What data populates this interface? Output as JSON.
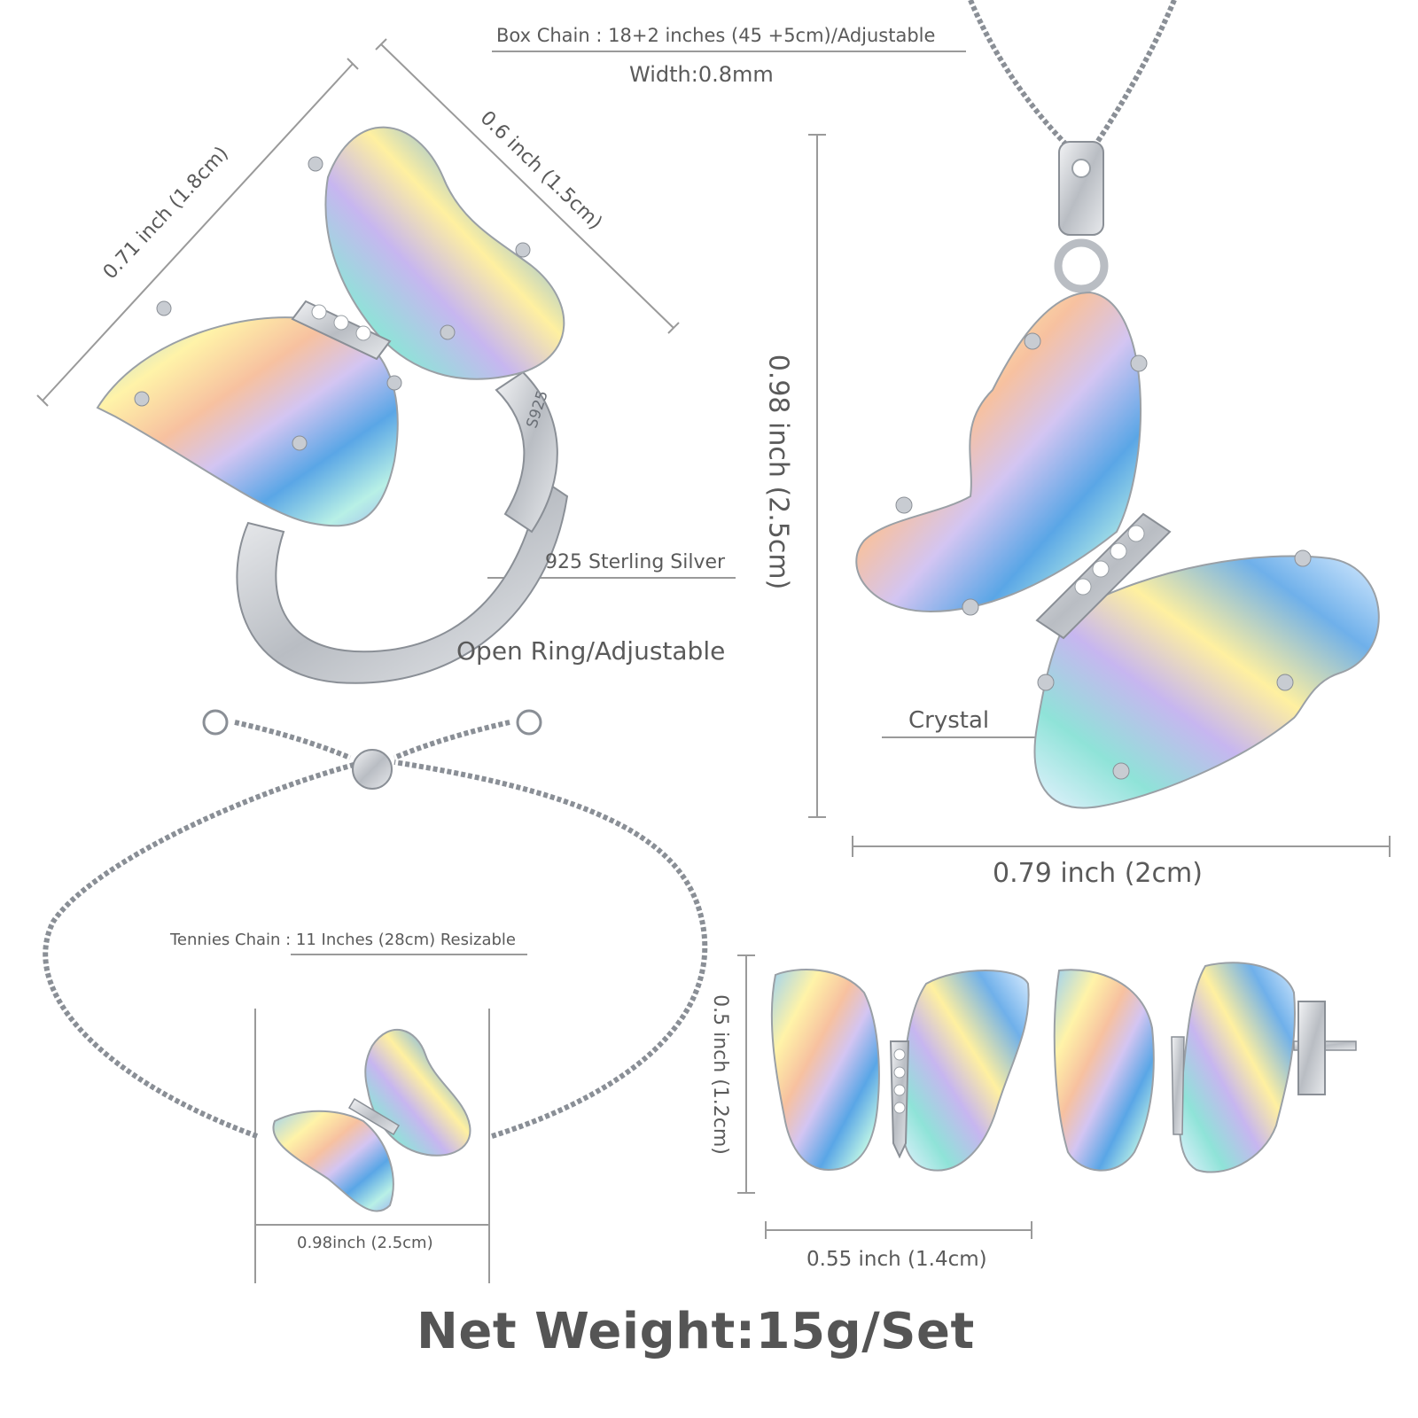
{
  "labels": {
    "box_chain": "Box Chain : 18+2 inches (45 +5cm)/Adjustable",
    "width": "Width:0.8mm",
    "ring_diag_left": "0.71 inch (1.8cm)",
    "ring_diag_right": "0.6 inch (1.5cm)",
    "ring_stamp": "S925",
    "sterling": "925 Sterling Silver",
    "open_ring": "Open Ring/Adjustable",
    "pendant_height": "0.98 inch (2.5cm)",
    "pendant_width": "0.79 inch (2cm)",
    "crystal": "Crystal",
    "tennis_chain": "Tennies Chain : 11 Inches (28cm) Resizable",
    "bracelet_width": "0.98inch (2.5cm)",
    "earring_height": "0.5 inch (1.2cm)",
    "earring_width": "0.55 inch (1.4cm)",
    "net_weight": "Net Weight:15g/Set"
  },
  "colors": {
    "silver": "#c8ccd2",
    "silver_dark": "#8a8f96",
    "guide_line": "#9a9a9a",
    "text": "#5a5a5a"
  }
}
